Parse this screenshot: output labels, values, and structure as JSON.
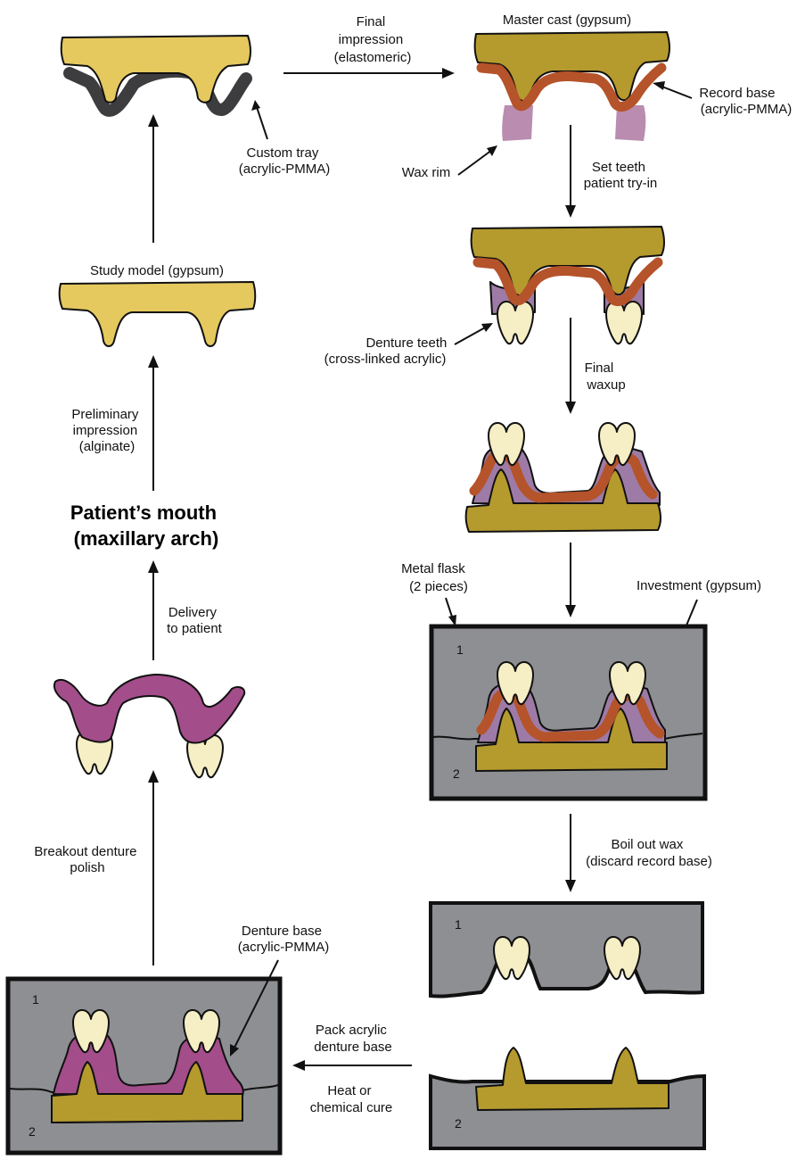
{
  "stages": {
    "patient_mouth": [
      "Patient’s mouth",
      "(maxillary arch)"
    ],
    "study_model": "Study model (gypsum)",
    "master_cast": "Master cast (gypsum)"
  },
  "steps": {
    "preliminary_impression": [
      "Preliminary",
      "impression",
      "(alginate)"
    ],
    "final_impression": [
      "Final",
      "impression",
      "(elastomeric)"
    ],
    "set_teeth": [
      "Set teeth",
      "patient try-in"
    ],
    "final_waxup": [
      "Final",
      "waxup"
    ],
    "boil_out": [
      "Boil out wax",
      "(discard record base)"
    ],
    "pack_acrylic": [
      "Pack acrylic",
      "denture base"
    ],
    "cure": [
      "Heat or",
      "chemical cure"
    ],
    "breakout": [
      "Breakout denture",
      "polish"
    ],
    "delivery": [
      "Delivery",
      "to patient"
    ]
  },
  "materials": {
    "custom_tray": [
      "Custom tray",
      "(acrylic-PMMA)"
    ],
    "record_base": [
      "Record base",
      "(acrylic-PMMA)"
    ],
    "wax_rim": "Wax rim",
    "denture_teeth": [
      "Denture teeth",
      "(cross-linked acrylic)"
    ],
    "metal_flask": [
      "Metal flask",
      "(2 pieces)"
    ],
    "investment": "Investment (gypsum)",
    "denture_base": [
      "Denture base",
      "(acrylic-PMMA)"
    ]
  },
  "flask_parts": {
    "top": "1",
    "bottom": "2"
  },
  "colors": {
    "study_gypsum": "#e5c95f",
    "master_gypsum": "#b59a2e",
    "custom_tray": "#3d3d3f",
    "record_base": "#b5532a",
    "wax": "#9e7ba6",
    "denture_teeth": "#f6eec4",
    "denture_base_acrylic": "#a34d8a",
    "investment": "#8d8f92"
  }
}
